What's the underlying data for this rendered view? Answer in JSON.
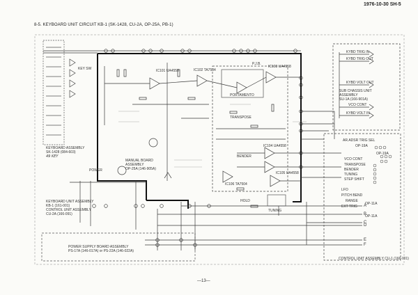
{
  "header": {
    "date_code": "1976-10-30 SH-5",
    "title": "8-5. KEYBOARD UNIT CIRCUIT KB-1 (SK-1428, CU-2A, OP-25A, PB-1)",
    "page_number": "—13—"
  },
  "blocks": {
    "keyboard_assembly": {
      "line1": "KEYBOARD ASSEMBLY",
      "line2": "SK-1428 (084-603)",
      "line3": "49 KEY"
    },
    "keyboard_unit": {
      "line1": "KEYBOARD UNIT ASSEMBLY",
      "line2": "KB-1 (161-001)",
      "line3": "CONTROL UNIT ASSEMBLY",
      "line4": "CU-2A (166-091)"
    },
    "manual_board": {
      "line1": "MANUAL BOARD",
      "line2": "ASSEMBLY",
      "line3": "OP-25A (146-905A)"
    },
    "power_supply": {
      "line1": "POWER SUPPLY BOARD ASSEMBLY",
      "line2": "PS-17A (146-017A) or PS-22A (146-022A)"
    },
    "sub_chassis": {
      "line1": "SUB CHASSIS UNIT",
      "line2": "ASSEMBLY",
      "line3": "SU-1A (166-901A)"
    },
    "control_unit": {
      "line1": "CONTROL UNIT ASSEMBLY",
      "line2": "CU-1 (166-001)"
    }
  },
  "labels": {
    "power": "POWER",
    "pjb": "P.J.B.",
    "portamento": "PORTAMENTO",
    "transpose": "TRANSPOSE",
    "bender": "BENDER",
    "tuning": "TUNING",
    "hold": "HOLD",
    "lfo": "LFO",
    "keysw": "KEY SW",
    "pitch_bend": "PITCH BEND",
    "range": "RANGE",
    "ext_trig": "EXT TRIG"
  },
  "right_io": {
    "jacks_top": [
      "KYBD TRIG IN",
      "KYBD TRIG OUT",
      "KYBD VOLT OUT",
      "VCO CONT",
      "KYBD VOLT IN"
    ],
    "connector": [
      "AR.ADSR TRIG SEL",
      "OP-19A",
      "VCO CONT",
      "TRANSPOSE",
      "BENDER",
      "TUNING",
      "STEP SHIFT",
      "OP-19A",
      "OP-11A",
      "OP-11A"
    ]
  },
  "bottom_buses": [
    "A",
    "B",
    "C",
    "D",
    "E",
    "F"
  ],
  "ic_labels": [
    "IC101 UA4558",
    "IC102 TA7504",
    "IC103 UA4558",
    "IC104 UA4558",
    "IC105 UA4558",
    "IC106 TA7504"
  ]
}
